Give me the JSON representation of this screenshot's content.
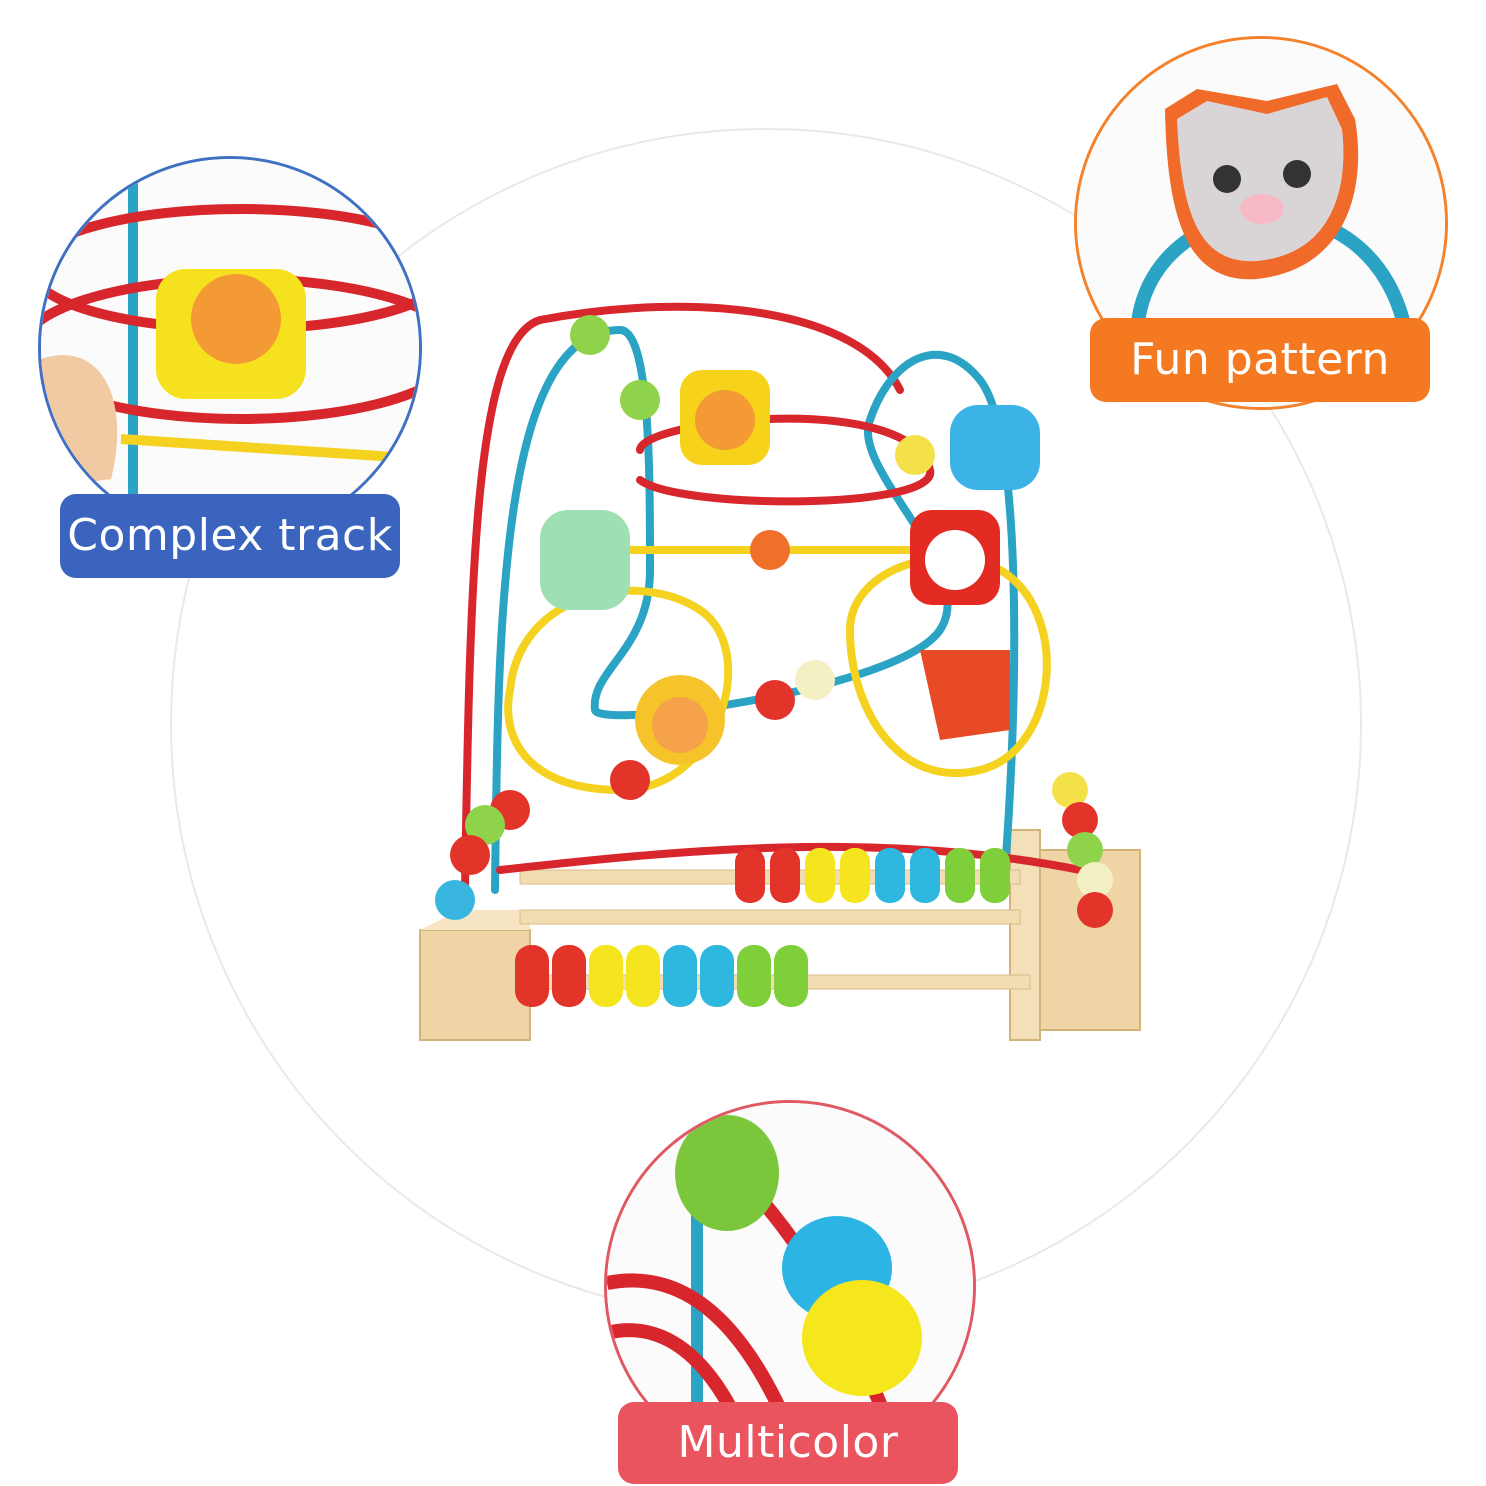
{
  "labels": {
    "complex_track": "Complex track",
    "fun_pattern": "Fun pattern",
    "multicolor": "Multicolor"
  },
  "colors": {
    "complex_track_accent": "#3a64bd",
    "fun_pattern_accent": "#f47920",
    "multicolor_accent": "#e9545f",
    "wire_red": "#d8262d",
    "wire_blue": "#2aa3c4",
    "wire_yellow": "#f4d21f",
    "wood": "#efd9b0"
  }
}
